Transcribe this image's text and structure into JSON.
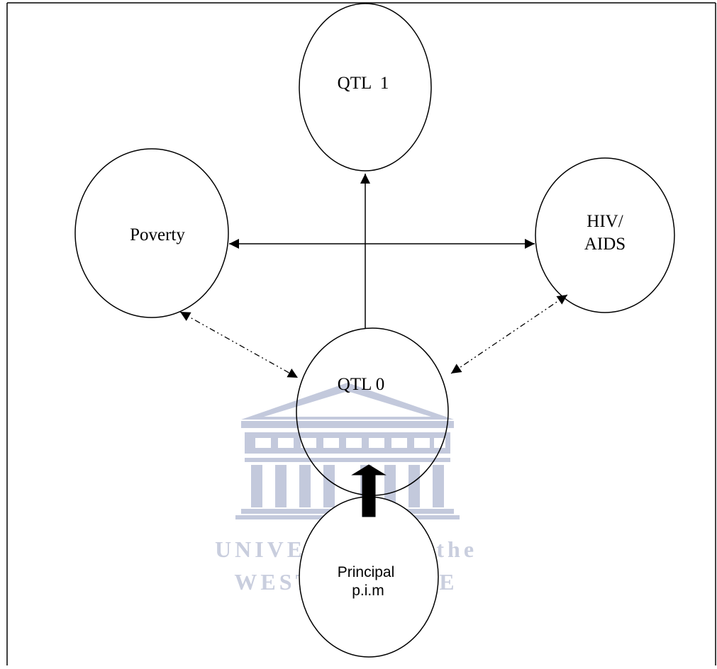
{
  "diagram": {
    "nodes": {
      "qtl1": {
        "label": "QTL  1"
      },
      "poverty": {
        "label": "Poverty"
      },
      "hiv": {
        "line1": "HIV/",
        "line2": "AIDS"
      },
      "qtl0": {
        "label": "QTL 0"
      },
      "principal": {
        "line1": "Principal",
        "line2": "p.i.m"
      }
    }
  },
  "watermark": {
    "line1": "UNIVERSITY of the",
    "line2": "WESTERN CAPE"
  },
  "colors": {
    "stroke": "#000000",
    "watermark": "#c3c9dc",
    "watermark_text": "#c9cede"
  }
}
